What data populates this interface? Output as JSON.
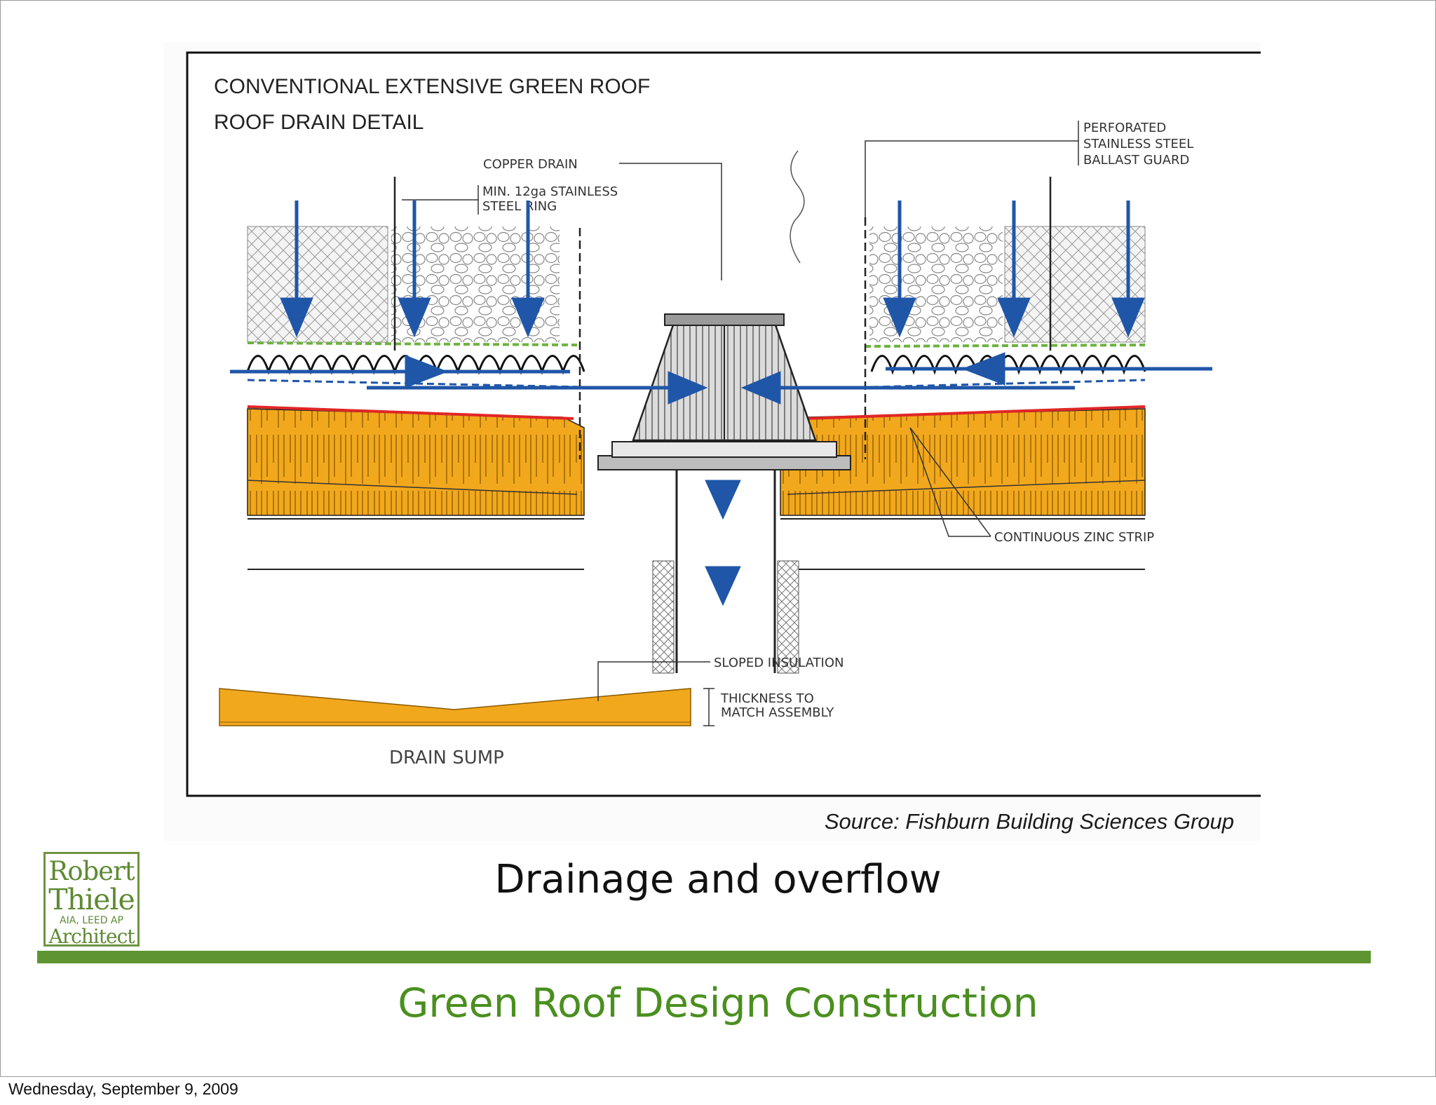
{
  "diagram": {
    "title_line1": "CONVENTIONAL EXTENSIVE GREEN ROOF",
    "title_line2": "ROOF DRAIN DETAIL",
    "labels": {
      "copper_drain": "COPPER DRAIN",
      "ring_line1": "MIN. 12ga STAINLESS",
      "ring_line2": "STEEL RING",
      "guard_line1": "PERFORATED",
      "guard_line2": "STAINLESS STEEL",
      "guard_line3": "BALLAST GUARD",
      "zinc_strip": "CONTINUOUS ZINC STRIP",
      "sloped_insulation": "SLOPED INSULATION",
      "thickness_line1": "THICKNESS TO",
      "thickness_line2": "MATCH ASSEMBLY",
      "drain_sump": "DRAIN SUMP"
    },
    "colors": {
      "insulation": "#f2a81d",
      "flow_arrow": "#1f56a8",
      "membrane": "#e02626",
      "filter_fabric": "#6cb33f"
    }
  },
  "source": "Source: Fishburn Building Sciences Group",
  "subtitle": "Drainage and overflow",
  "logo": {
    "line1": "Robert",
    "line2": "Thiele",
    "line3": "AIA, LEED AP",
    "line4": "Architect"
  },
  "footer_title": "Green Roof Design Construction",
  "date": "Wednesday, September 9, 2009"
}
